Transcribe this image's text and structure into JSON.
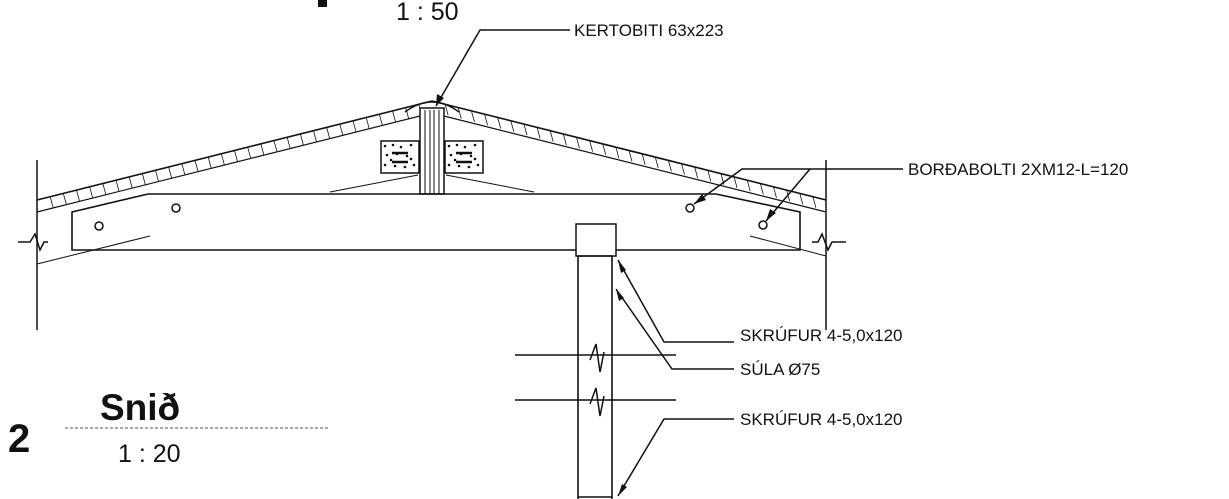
{
  "drawing": {
    "top_scale": "1 : 50",
    "section_number": "2",
    "section_title": "Snið",
    "section_scale": "1 : 20"
  },
  "callouts": {
    "kertobiti": "KERTOBITI 63x223",
    "bordabolti": "BORÐABOLTI 2XM12-L=120",
    "skrufur_upper": "SKRÚFUR 4-5,0x120",
    "sula": "SÚLA Ø75",
    "skrufur_lower": "SKRÚFUR 4-5,0x120"
  }
}
